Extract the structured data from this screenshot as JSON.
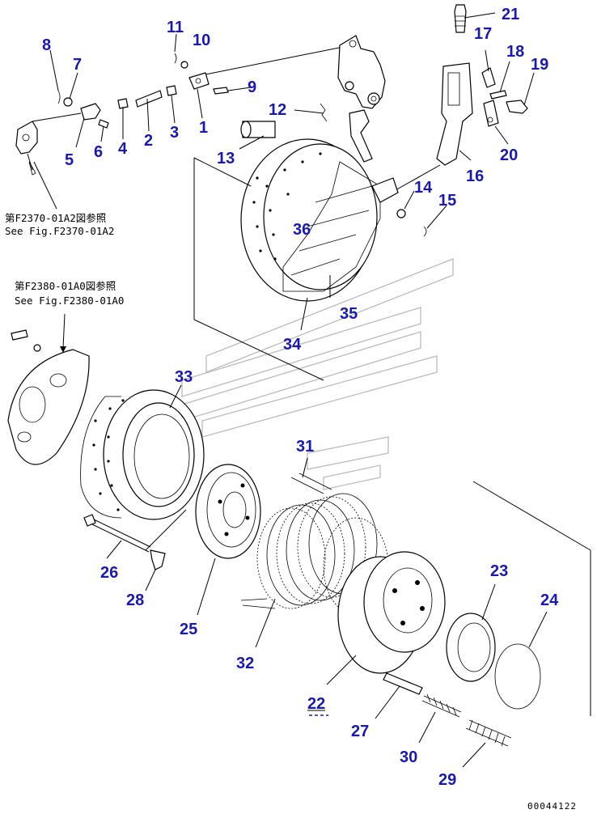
{
  "callouts": {
    "c1": "1",
    "c2": "2",
    "c3": "3",
    "c4": "4",
    "c5": "5",
    "c6": "6",
    "c7": "7",
    "c8": "8",
    "c9": "9",
    "c10": "10",
    "c11": "11",
    "c12": "12",
    "c13": "13",
    "c14": "14",
    "c15": "15",
    "c16": "16",
    "c17": "17",
    "c18": "18",
    "c19": "19",
    "c20": "20",
    "c21": "21",
    "c22": "22",
    "c23": "23",
    "c24": "24",
    "c25": "25",
    "c26": "26",
    "c27": "27",
    "c28": "28",
    "c29": "29",
    "c30": "30",
    "c31": "31",
    "c32": "32",
    "c33": "33",
    "c34": "34",
    "c35": "35",
    "c36": "36"
  },
  "references": {
    "ref1_jp": "第F2370-01A2図参照",
    "ref1_en": "See Fig.F2370-01A2",
    "ref2_jp": "第F2380-01A0図参照",
    "ref2_en": "See Fig.F2380-01A0"
  },
  "drawing_code": "00044122",
  "colors": {
    "callout": "#1a1aa8",
    "line": "#000000",
    "watermark": "#bbbbbb"
  }
}
